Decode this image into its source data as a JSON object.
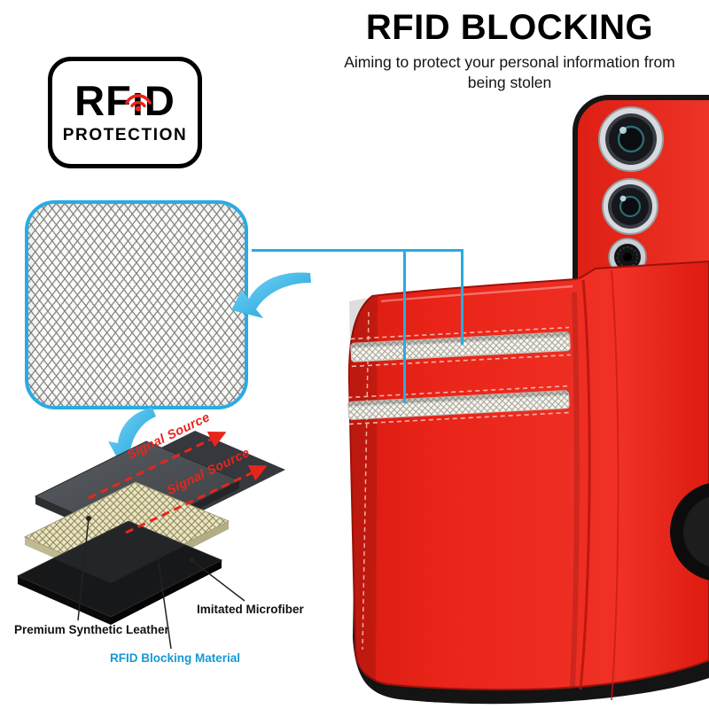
{
  "header": {
    "title": "RFID BLOCKING",
    "subtitle": "Aiming to protect your personal information from being stolen"
  },
  "rfid_badge": {
    "prefix": "RF",
    "i": "ı",
    "suffix": "D",
    "subtext": "PROTECTION"
  },
  "materials_diagram": {
    "signal_labels": [
      "Signal Source",
      "Signal Source"
    ],
    "layer_labels": [
      {
        "id": "leather",
        "label": "Premium Synthetic Leather"
      },
      {
        "id": "microfiber",
        "label": "Imitated Microfiber"
      },
      {
        "id": "rfid_material",
        "label": "RFID Blocking Material"
      }
    ]
  },
  "colors": {
    "accent_blue": "#29abe2",
    "case_red": "#e42318",
    "signal_red": "#e8251c",
    "label_blue": "#1798d5"
  }
}
